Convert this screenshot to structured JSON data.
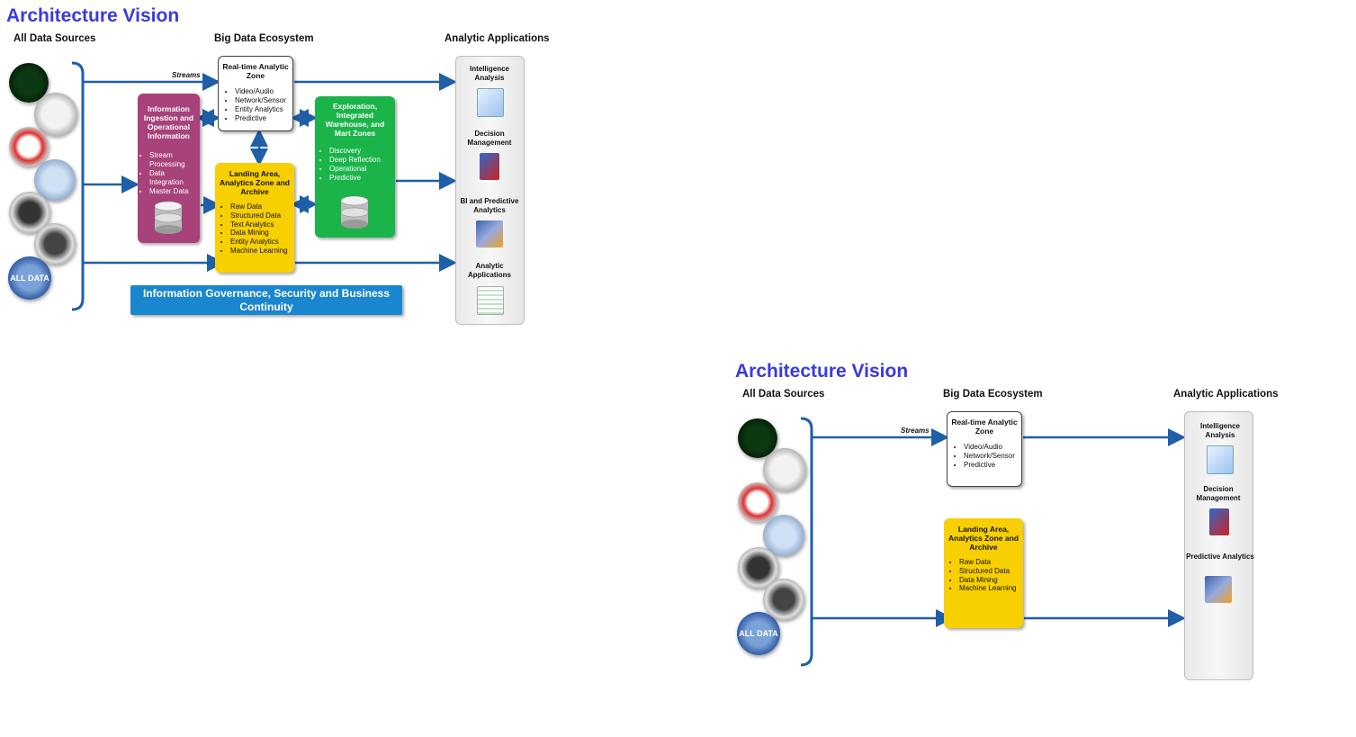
{
  "colors": {
    "title": "#3a3ae0",
    "arrow": "#1f5fa8",
    "purple": "#a8427a",
    "yellow": "#f8cf00",
    "green": "#1bb44a",
    "governance": "#1a86cf"
  },
  "diagram1": {
    "title": "Architecture Vision",
    "col_sources": "All Data Sources",
    "col_ecosystem": "Big Data Ecosystem",
    "col_apps": "Analytic Applications",
    "streams": "Streams",
    "realtime": {
      "title": "Real-time Analytic Zone",
      "items": [
        "Video/Audio",
        "Network/Sensor",
        "Entity Analytics",
        "Predictive"
      ]
    },
    "ingestion": {
      "title": "Information Ingestion and Operational Information",
      "items": [
        "Stream Processing",
        "Data Integration",
        "Master Data"
      ]
    },
    "landing": {
      "title": "Landing Area, Analytics Zone and Archive",
      "items": [
        "Raw Data",
        "Structured Data",
        "Text Analytics",
        "Data Mining",
        "Entity Analytics",
        "Machine Learning"
      ]
    },
    "exploration": {
      "title": "Exploration, Integrated Warehouse, and Mart Zones",
      "items": [
        "Discovery",
        "Deep Reflection",
        "Operational",
        "Predictive"
      ]
    },
    "governance": "Information Governance, Security and Business Continuity",
    "apps": [
      "Intelligence Analysis",
      "Decision Management",
      "BI and Predictive Analytics",
      "Analytic Applications"
    ],
    "sources": [
      "binary-data-icon",
      "documents-icon",
      "radio-tower-icon",
      "audio-speaker-icon",
      "video-camera-icon",
      "mobile-phone-icon",
      "all-data-icon"
    ],
    "all_data_text": "ALL DATA"
  },
  "diagram2": {
    "title": "Architecture Vision",
    "col_sources": "All Data Sources",
    "col_ecosystem": "Big Data Ecosystem",
    "col_apps": "Analytic Applications",
    "streams": "Streams",
    "realtime": {
      "title": "Real-time Analytic Zone",
      "items": [
        "Video/Audio",
        "Network/Sensor",
        "Predictive"
      ]
    },
    "landing": {
      "title": "Landing Area, Analytics Zone and Archive",
      "items": [
        "Raw Data",
        "Structured Data",
        "Data Mining",
        "Machine Learning"
      ]
    },
    "apps": [
      "Intelligence Analysis",
      "Decision Management",
      "Predictive Analytics"
    ],
    "all_data_text": "ALL DATA"
  }
}
